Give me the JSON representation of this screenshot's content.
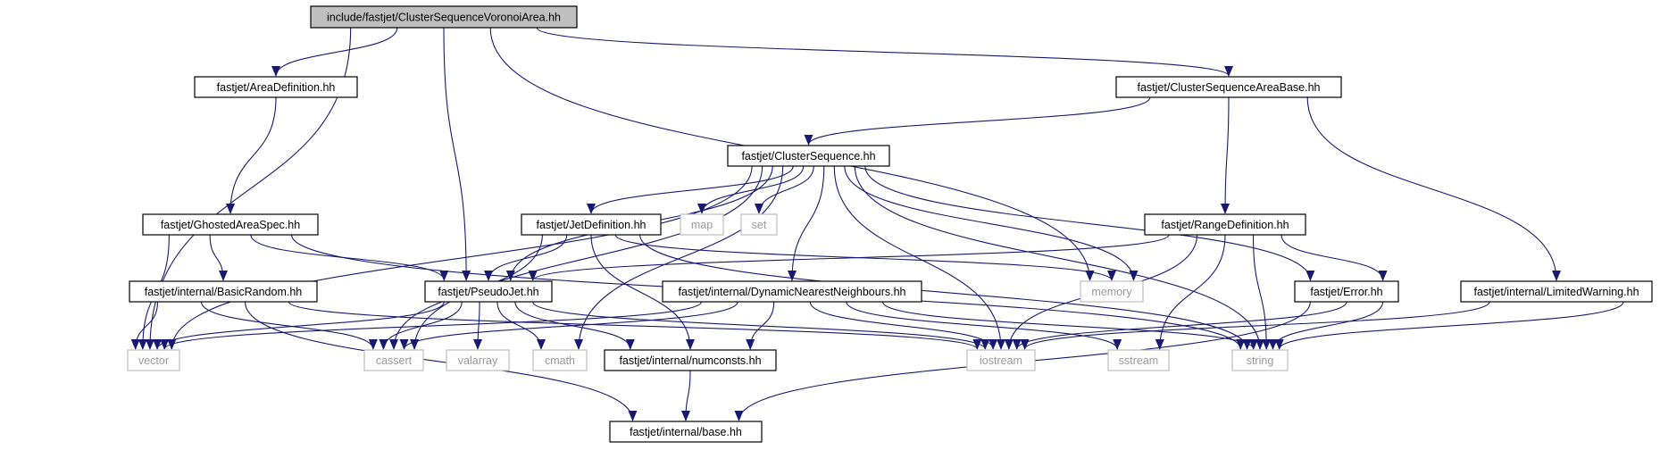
{
  "colors": {
    "edge": "#191970",
    "node_border": "#000000",
    "sys_node_border": "#bfbfbf",
    "sys_text": "#9a9a9a",
    "root_fill": "#bfbfbf"
  },
  "nodes": [
    {
      "id": "root",
      "label": "include/fastjet/ClusterSequenceVoronoiArea.hh",
      "kind": "root"
    },
    {
      "id": "areadef",
      "label": "fastjet/AreaDefinition.hh",
      "kind": "file"
    },
    {
      "id": "csab",
      "label": "fastjet/ClusterSequenceAreaBase.hh",
      "kind": "file"
    },
    {
      "id": "cs",
      "label": "fastjet/ClusterSequence.hh",
      "kind": "file"
    },
    {
      "id": "ghost",
      "label": "fastjet/GhostedAreaSpec.hh",
      "kind": "file"
    },
    {
      "id": "jetdef",
      "label": "fastjet/JetDefinition.hh",
      "kind": "file"
    },
    {
      "id": "map",
      "label": "map",
      "kind": "system"
    },
    {
      "id": "set",
      "label": "set",
      "kind": "system"
    },
    {
      "id": "rangedef",
      "label": "fastjet/RangeDefinition.hh",
      "kind": "file"
    },
    {
      "id": "basicrand",
      "label": "fastjet/internal/BasicRandom.hh",
      "kind": "file"
    },
    {
      "id": "pj",
      "label": "fastjet/PseudoJet.hh",
      "kind": "file"
    },
    {
      "id": "dnn",
      "label": "fastjet/internal/DynamicNearestNeighbours.hh",
      "kind": "file"
    },
    {
      "id": "memory",
      "label": "memory",
      "kind": "system"
    },
    {
      "id": "error",
      "label": "fastjet/Error.hh",
      "kind": "file"
    },
    {
      "id": "limwarn",
      "label": "fastjet/internal/LimitedWarning.hh",
      "kind": "file"
    },
    {
      "id": "vector",
      "label": "vector",
      "kind": "system"
    },
    {
      "id": "cassert",
      "label": "cassert",
      "kind": "system"
    },
    {
      "id": "valarray",
      "label": "valarray",
      "kind": "system"
    },
    {
      "id": "cmath",
      "label": "cmath",
      "kind": "system"
    },
    {
      "id": "numconsts",
      "label": "fastjet/internal/numconsts.hh",
      "kind": "file"
    },
    {
      "id": "iostream",
      "label": "iostream",
      "kind": "system"
    },
    {
      "id": "sstream",
      "label": "sstream",
      "kind": "system"
    },
    {
      "id": "string",
      "label": "string",
      "kind": "system"
    },
    {
      "id": "base",
      "label": "fastjet/internal/base.hh",
      "kind": "file"
    }
  ],
  "edges": [
    [
      "root",
      "vector"
    ],
    [
      "root",
      "areadef"
    ],
    [
      "root",
      "pj"
    ],
    [
      "root",
      "memory"
    ],
    [
      "root",
      "csab"
    ],
    [
      "areadef",
      "ghost"
    ],
    [
      "csab",
      "cs"
    ],
    [
      "csab",
      "rangedef"
    ],
    [
      "csab",
      "limwarn"
    ],
    [
      "cs",
      "vector"
    ],
    [
      "cs",
      "pj"
    ],
    [
      "cs",
      "cassert"
    ],
    [
      "cs",
      "jetdef"
    ],
    [
      "cs",
      "map"
    ],
    [
      "cs",
      "set"
    ],
    [
      "cs",
      "cmath"
    ],
    [
      "cs",
      "dnn"
    ],
    [
      "cs",
      "iostream"
    ],
    [
      "cs",
      "memory"
    ],
    [
      "cs",
      "error"
    ],
    [
      "cs",
      "string"
    ],
    [
      "ghost",
      "vector"
    ],
    [
      "ghost",
      "basicrand"
    ],
    [
      "ghost",
      "pj"
    ],
    [
      "ghost",
      "string"
    ],
    [
      "jetdef",
      "cassert"
    ],
    [
      "jetdef",
      "pj"
    ],
    [
      "jetdef",
      "numconsts"
    ],
    [
      "jetdef",
      "memory"
    ],
    [
      "jetdef",
      "string"
    ],
    [
      "rangedef",
      "pj"
    ],
    [
      "rangedef",
      "iostream"
    ],
    [
      "rangedef",
      "sstream"
    ],
    [
      "rangedef",
      "string"
    ],
    [
      "rangedef",
      "error"
    ],
    [
      "basicrand",
      "vector"
    ],
    [
      "basicrand",
      "cassert"
    ],
    [
      "basicrand",
      "iostream"
    ],
    [
      "basicrand",
      "base"
    ],
    [
      "pj",
      "vector"
    ],
    [
      "pj",
      "cassert"
    ],
    [
      "pj",
      "valarray"
    ],
    [
      "pj",
      "cmath"
    ],
    [
      "pj",
      "numconsts"
    ],
    [
      "pj",
      "iostream"
    ],
    [
      "dnn",
      "vector"
    ],
    [
      "dnn",
      "cassert"
    ],
    [
      "dnn",
      "numconsts"
    ],
    [
      "dnn",
      "iostream"
    ],
    [
      "dnn",
      "sstream"
    ],
    [
      "dnn",
      "string"
    ],
    [
      "error",
      "iostream"
    ],
    [
      "error",
      "string"
    ],
    [
      "error",
      "base"
    ],
    [
      "limwarn",
      "iostream"
    ],
    [
      "limwarn",
      "string"
    ],
    [
      "numconsts",
      "base"
    ]
  ]
}
